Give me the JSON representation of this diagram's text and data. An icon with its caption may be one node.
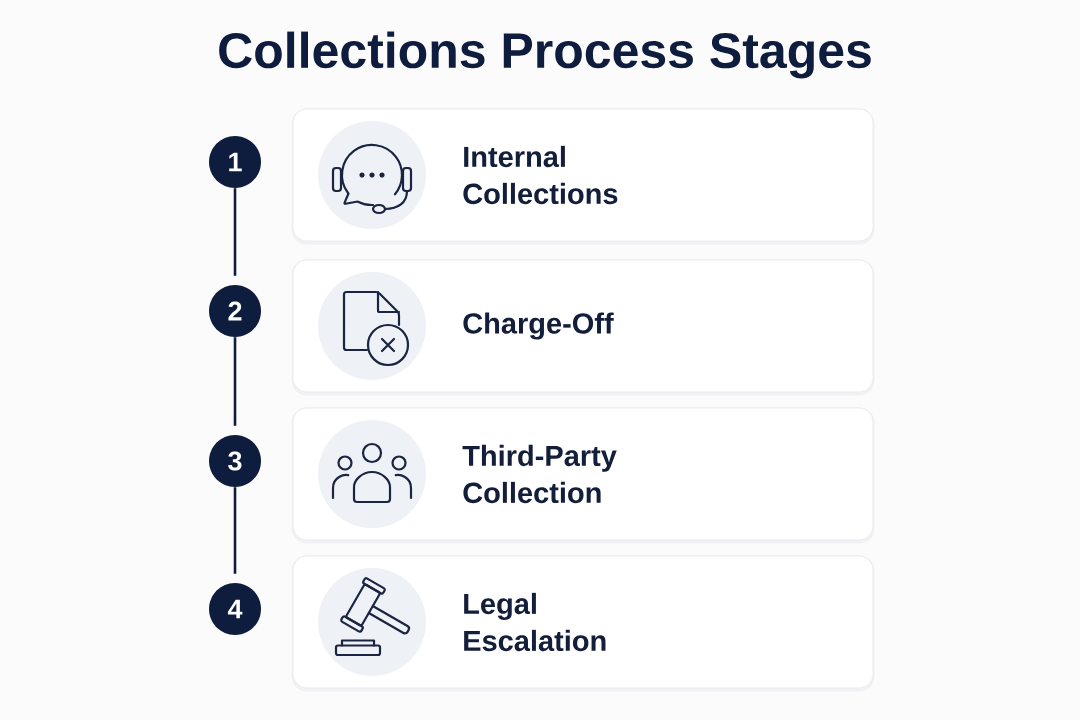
{
  "diagram": {
    "title": "Collections Process Stages",
    "nodes": [
      {
        "text": [
          "1"
        ]
      },
      {
        "text": [
          "Internal Collections"
        ]
      },
      {
        "text": [
          "2"
        ]
      },
      {
        "text": [
          "Charge-Off"
        ]
      },
      {
        "text": [
          "3"
        ]
      },
      {
        "text": [
          "Third-Party Collection"
        ]
      },
      {
        "text": [
          "4"
        ]
      },
      {
        "text": [
          "Legal Escalation"
        ]
      }
    ],
    "edges": [
      {
        "from": 0,
        "to": 2,
        "arrow": "none"
      },
      {
        "from": 2,
        "to": 4,
        "arrow": "none"
      },
      {
        "from": 4,
        "to": 6,
        "arrow": "none"
      }
    ]
  }
}
